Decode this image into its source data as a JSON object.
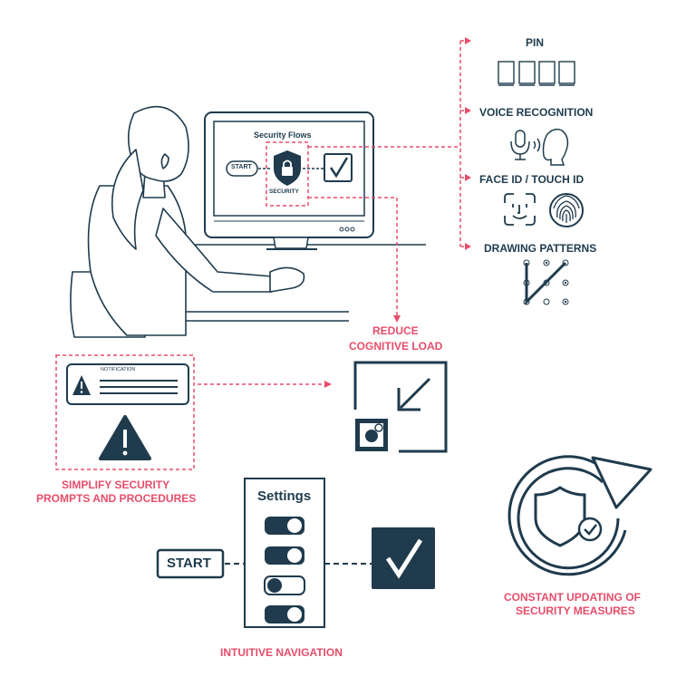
{
  "monitor": {
    "title": "Security Flows",
    "start": "START",
    "security": "SECURITY"
  },
  "methods": {
    "pin": "PIN",
    "voice": "VOICE RECOGNITION",
    "face": "FACE ID / TOUCH ID",
    "drawing": "DRAWING PATTERNS"
  },
  "cognitive": {
    "line1": "REDUCE",
    "line2": "COGNITIVE LOAD"
  },
  "notification": {
    "label": "NOTIFICATION"
  },
  "simplify": {
    "line1": "SIMPLIFY SECURITY",
    "line2": "PROMPTS AND PROCEDURES"
  },
  "navigation": {
    "settings_title": "Settings",
    "start": "START",
    "caption": "INTUITIVE NAVIGATION"
  },
  "updating": {
    "line1": "CONSTANT UPDATING OF",
    "line2": "SECURITY MEASURES"
  },
  "colors": {
    "navy": "#1f3b4d",
    "pink": "#e64d6a",
    "white": "#ffffff"
  }
}
